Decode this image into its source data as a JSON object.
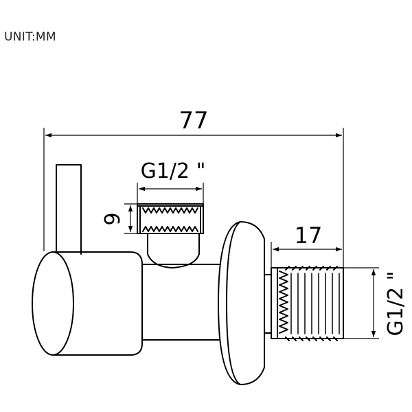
{
  "unit_label": "UNIT:MM",
  "dimensions": {
    "overall_length": "77",
    "top_thread": "G1/2 \"",
    "thread_height": "9",
    "outlet_length": "17",
    "outlet_thread": "G1/2 \""
  },
  "colors": {
    "line": "#000000",
    "background": "#ffffff"
  }
}
